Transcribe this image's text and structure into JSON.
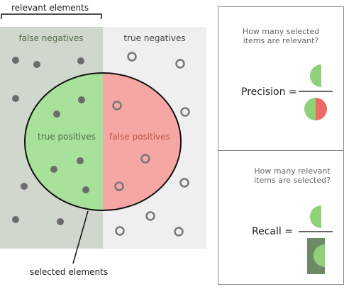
{
  "left_panel": {
    "relevant_label": "relevant elements",
    "selected_label": "selected elements",
    "false_negatives": "false negatives",
    "true_negatives": "true negatives",
    "true_positives": "true positives",
    "false_positives": "false positives"
  },
  "precision_box": {
    "question_line1": "How many selected",
    "question_line2": "items are relevant?",
    "label": "Precision ="
  },
  "recall_box": {
    "question_line1": "How many relevant",
    "question_line2": "items are selected?",
    "label": "Recall ="
  },
  "colors": {
    "relevant_bg": "#d0d7cc",
    "irrelevant_bg": "#efefef",
    "true_positive": "#a8e19a",
    "false_positive": "#f7a7a3",
    "dot_fill": "#6c6c6c",
    "ring_stroke": "#777777",
    "half_green": "#8fd078",
    "half_red": "#ee6b63",
    "recall_dark": "#6e8966",
    "text_green": "#506a4a",
    "text_red": "#bb5449",
    "text_gray": "#666666",
    "text_dark": "#333333"
  }
}
